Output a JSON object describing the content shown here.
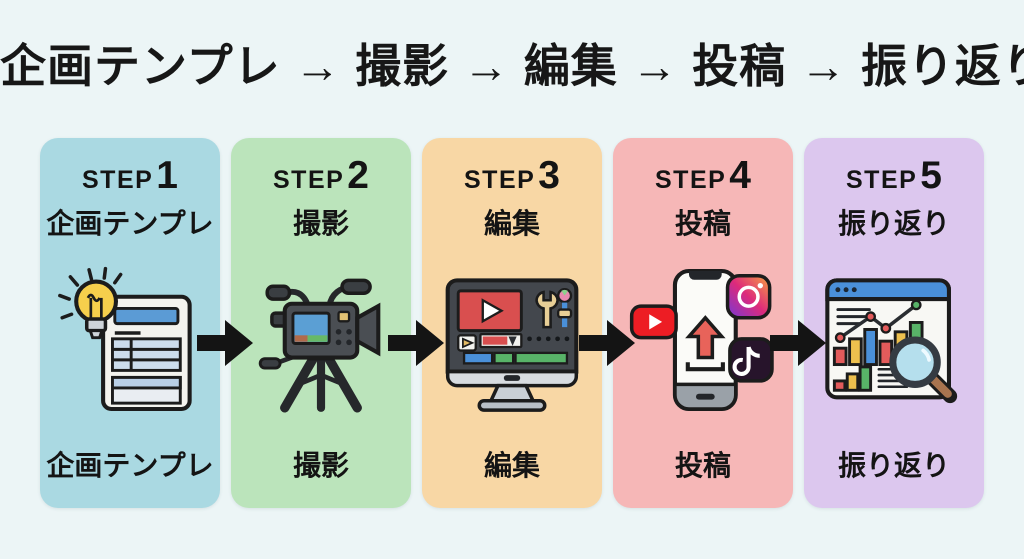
{
  "page": {
    "background_color": "#ecf5f6"
  },
  "title": {
    "text": "企画テンプレ → 撮影 → 編集 → 投稿 → 振り返り",
    "color": "#171717"
  },
  "flow_arrow": {
    "symbol": "→",
    "color": "#141414"
  },
  "steps": [
    {
      "step_word": "STEP",
      "step_number": "1",
      "name": "企画テンプレ",
      "caption": "企画テンプレ",
      "card_color": "#aad9e2",
      "icon": "lightbulb-document-icon"
    },
    {
      "step_word": "STEP",
      "step_number": "2",
      "name": "撮影",
      "caption": "撮影",
      "card_color": "#bbe4bb",
      "icon": "video-camera-tripod-icon"
    },
    {
      "step_word": "STEP",
      "step_number": "3",
      "name": "編集",
      "caption": "編集",
      "card_color": "#f8d7a5",
      "icon": "video-editing-monitor-icon"
    },
    {
      "step_word": "STEP",
      "step_number": "4",
      "name": "投稿",
      "caption": "投稿",
      "card_color": "#f6b7b7",
      "icon": "phone-upload-social-icon"
    },
    {
      "step_word": "STEP",
      "step_number": "5",
      "name": "振り返り",
      "caption": "振り返り",
      "card_color": "#dcc7ee",
      "icon": "analytics-magnifier-icon"
    }
  ]
}
